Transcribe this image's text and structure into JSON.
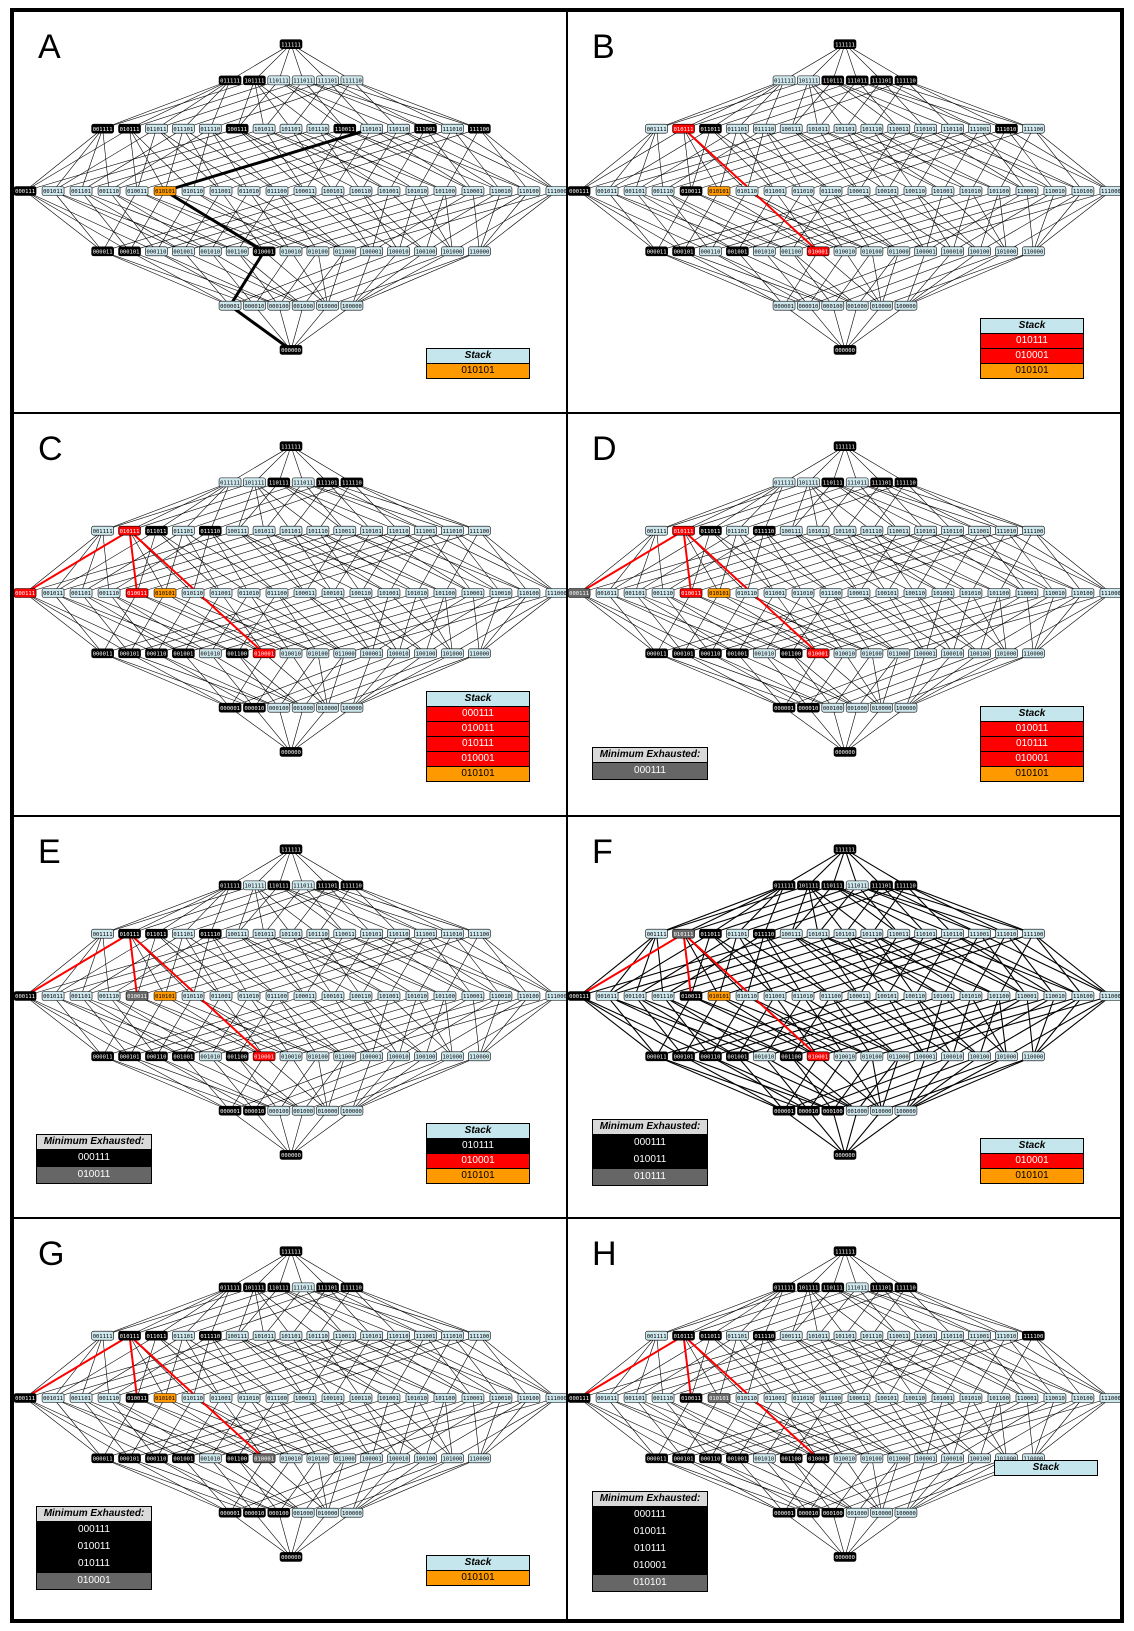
{
  "colors": {
    "node_default": "#cfe8ee",
    "node_exhausted": "#000000",
    "node_current": "#ff9900",
    "node_stack": "#ff0000",
    "node_minimum": "#666666",
    "stack_current": "#ff9900",
    "stack_item": "#ff0000",
    "min_black": "#000000",
    "min_grey": "#666666",
    "edge": "#000000",
    "path_red": "#ff0000"
  },
  "labels": {
    "stack_title": "Stack",
    "minimum_title": "Minimum Exhausted:"
  },
  "panels": [
    {
      "letter": "A",
      "stack": [
        {
          "value": "010101",
          "color": "orange"
        }
      ],
      "minimum": []
    },
    {
      "letter": "B",
      "stack": [
        {
          "value": "010111",
          "color": "red"
        },
        {
          "value": "010001",
          "color": "red"
        },
        {
          "value": "010101",
          "color": "orange"
        }
      ],
      "minimum": []
    },
    {
      "letter": "C",
      "stack": [
        {
          "value": "000111",
          "color": "red"
        },
        {
          "value": "010011",
          "color": "red"
        },
        {
          "value": "010111",
          "color": "red"
        },
        {
          "value": "010001",
          "color": "red"
        },
        {
          "value": "010101",
          "color": "orange"
        }
      ],
      "minimum": []
    },
    {
      "letter": "D",
      "stack": [
        {
          "value": "010011",
          "color": "red"
        },
        {
          "value": "010111",
          "color": "red"
        },
        {
          "value": "010001",
          "color": "red"
        },
        {
          "value": "010101",
          "color": "orange"
        }
      ],
      "minimum": [
        {
          "value": "000111",
          "color": "grey"
        }
      ]
    },
    {
      "letter": "E",
      "stack": [
        {
          "value": "010111",
          "color": "black"
        },
        {
          "value": "010001",
          "color": "red"
        },
        {
          "value": "010101",
          "color": "orange"
        }
      ],
      "minimum": [
        {
          "value": "000111",
          "color": "black"
        },
        {
          "value": "010011",
          "color": "grey"
        }
      ]
    },
    {
      "letter": "F",
      "stack": [
        {
          "value": "010001",
          "color": "red"
        },
        {
          "value": "010101",
          "color": "orange"
        }
      ],
      "minimum": [
        {
          "value": "000111",
          "color": "black"
        },
        {
          "value": "010011",
          "color": "black"
        },
        {
          "value": "010111",
          "color": "grey"
        }
      ]
    },
    {
      "letter": "G",
      "stack": [
        {
          "value": "010101",
          "color": "orange"
        }
      ],
      "minimum": [
        {
          "value": "000111",
          "color": "black"
        },
        {
          "value": "010011",
          "color": "black"
        },
        {
          "value": "010111",
          "color": "black"
        },
        {
          "value": "010001",
          "color": "grey"
        }
      ]
    },
    {
      "letter": "H",
      "stack": [],
      "minimum": [
        {
          "value": "000111",
          "color": "black"
        },
        {
          "value": "010011",
          "color": "black"
        },
        {
          "value": "010111",
          "color": "black"
        },
        {
          "value": "010001",
          "color": "black"
        },
        {
          "value": "010101",
          "color": "grey"
        }
      ]
    }
  ]
}
